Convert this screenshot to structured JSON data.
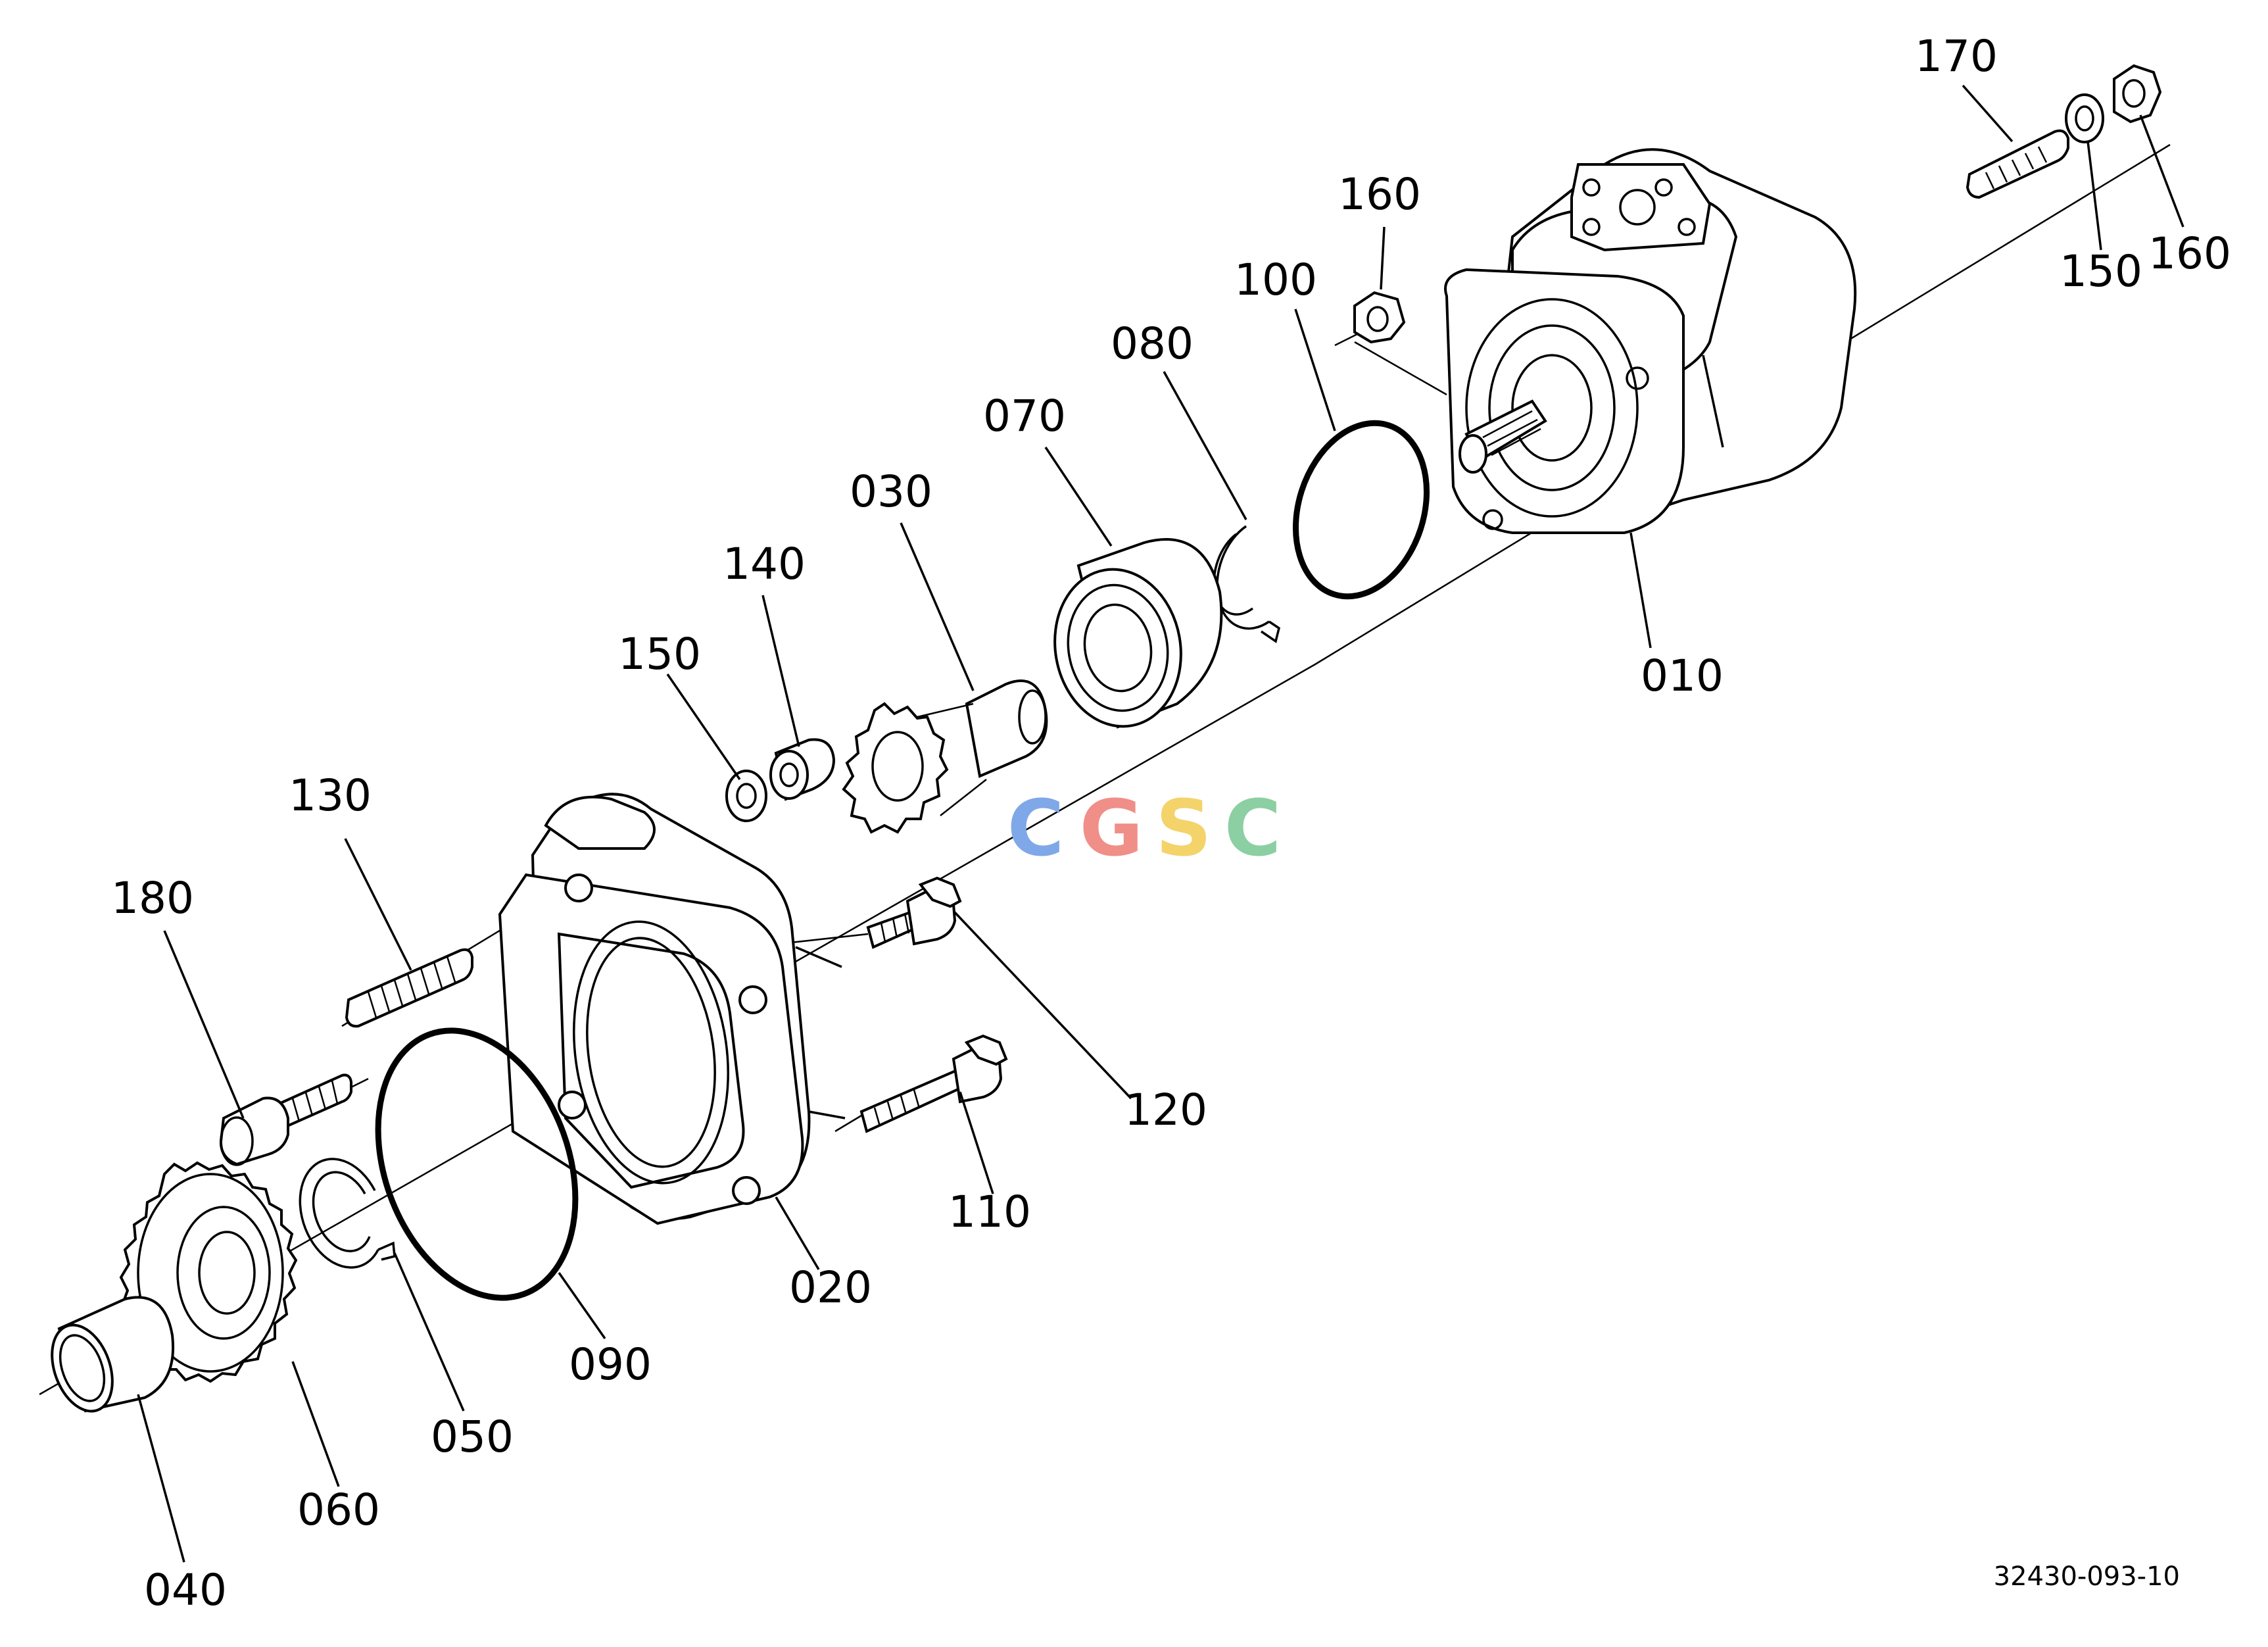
{
  "watermark": {
    "letters": [
      "C",
      "G",
      "S",
      "C"
    ],
    "colors": [
      "#7fa8e8",
      "#ef8f88",
      "#f3d36a",
      "#8ccfa2"
    ]
  },
  "drawing_number": "32430-093-10",
  "callouts": [
    {
      "id": "p170",
      "text": "170"
    },
    {
      "id": "p160a",
      "text": "160"
    },
    {
      "id": "p160b",
      "text": "160"
    },
    {
      "id": "p150a",
      "text": "150"
    },
    {
      "id": "p150b",
      "text": "150"
    },
    {
      "id": "p100",
      "text": "100"
    },
    {
      "id": "p080",
      "text": "080"
    },
    {
      "id": "p070",
      "text": "070"
    },
    {
      "id": "p030",
      "text": "030"
    },
    {
      "id": "p140",
      "text": "140"
    },
    {
      "id": "p010",
      "text": "010"
    },
    {
      "id": "p130",
      "text": "130"
    },
    {
      "id": "p180",
      "text": "180"
    },
    {
      "id": "p120",
      "text": "120"
    },
    {
      "id": "p110",
      "text": "110"
    },
    {
      "id": "p020",
      "text": "020"
    },
    {
      "id": "p090",
      "text": "090"
    },
    {
      "id": "p050",
      "text": "050"
    },
    {
      "id": "p060",
      "text": "060"
    },
    {
      "id": "p040",
      "text": "040"
    }
  ]
}
